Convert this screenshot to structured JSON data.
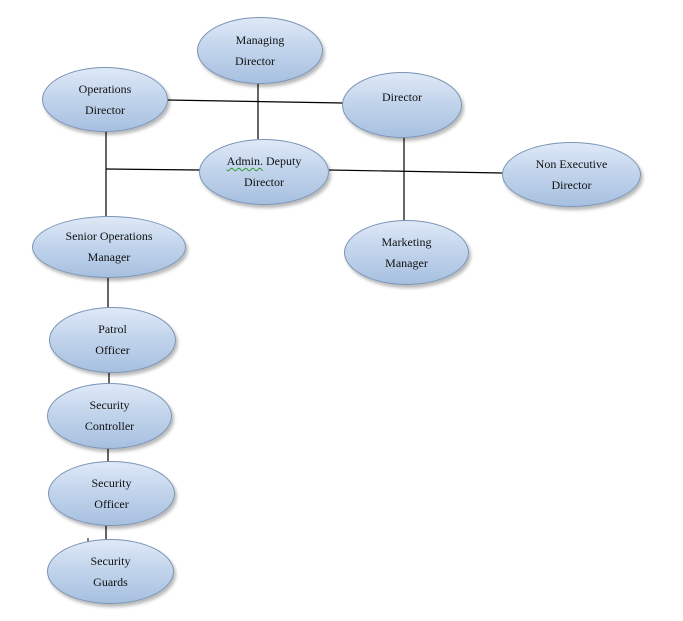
{
  "diagram": {
    "nodes": {
      "managing_director": {
        "line1": "Managing",
        "line2": "Director"
      },
      "operations_director": {
        "line1": "Operations",
        "line2": "Director"
      },
      "director": {
        "line1": "Director"
      },
      "admin_deputy_director": {
        "line1_marked": "Admin.",
        "line1_rest": " Deputy",
        "line2": "Director"
      },
      "non_executive_director": {
        "line1": "Non Executive",
        "line2": "Director"
      },
      "senior_operations_manager": {
        "line1": "Senior Operations",
        "line2": "Manager"
      },
      "marketing_manager": {
        "line1": "Marketing",
        "line2": "Manager"
      },
      "patrol_officer": {
        "line1": "Patrol",
        "line2": "Officer"
      },
      "security_controller": {
        "line1": "Security",
        "line2": "Controller"
      },
      "security_officer": {
        "line1": "Security",
        "line2": "Officer"
      },
      "security_guards": {
        "line1": "Security",
        "line2": "Guards"
      }
    },
    "colors": {
      "node_fill_top": "#dfe9f7",
      "node_fill_bottom": "#a7c0e0",
      "node_border": "#7a94b5",
      "connector": "#000000",
      "spellcheck_underline": "#2e9a2e"
    }
  }
}
